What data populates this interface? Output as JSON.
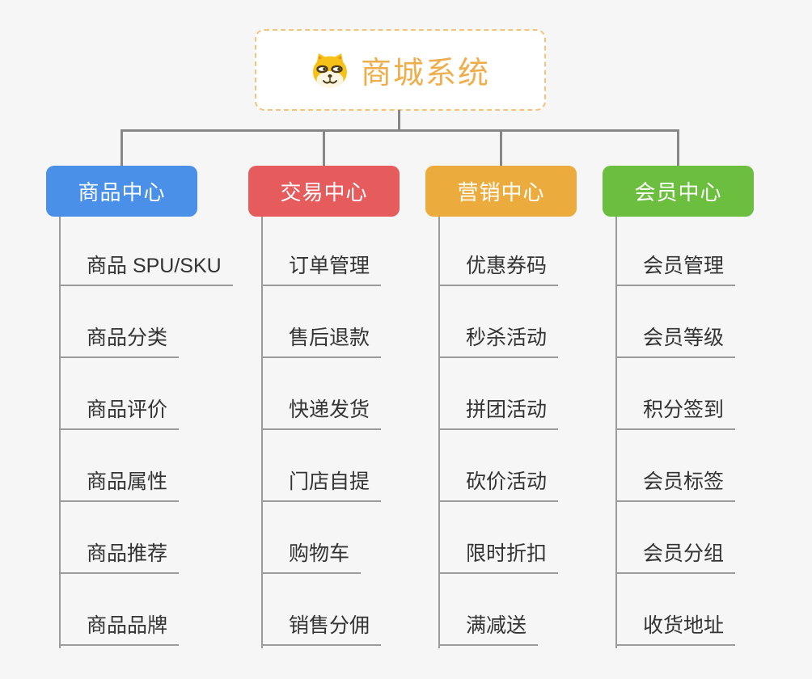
{
  "canvas": {
    "background": "#f6f6f6",
    "connector_color": "#878787",
    "branch_line_color": "#9b9b9b",
    "leaf_text_color": "#333333"
  },
  "root": {
    "label": "商城系统",
    "icon": "doge-icon",
    "text_color": "#efae4d",
    "border_color": "#f3c27d",
    "background": "#ffffff"
  },
  "branches": [
    {
      "label": "商品中心",
      "color": "#4a8fe8",
      "children": [
        "商品 SPU/SKU",
        "商品分类",
        "商品评价",
        "商品属性",
        "商品推荐",
        "商品品牌"
      ]
    },
    {
      "label": "交易中心",
      "color": "#e65c5c",
      "children": [
        "订单管理",
        "售后退款",
        "快递发货",
        "门店自提",
        "购物车",
        "销售分佣"
      ]
    },
    {
      "label": "营销中心",
      "color": "#ecac3d",
      "children": [
        "优惠券码",
        "秒杀活动",
        "拼团活动",
        "砍价活动",
        "限时折扣",
        "满减送"
      ]
    },
    {
      "label": "会员中心",
      "color": "#6cbe3f",
      "children": [
        "会员管理",
        "会员等级",
        "积分签到",
        "会员标签",
        "会员分组",
        "收货地址"
      ]
    }
  ]
}
